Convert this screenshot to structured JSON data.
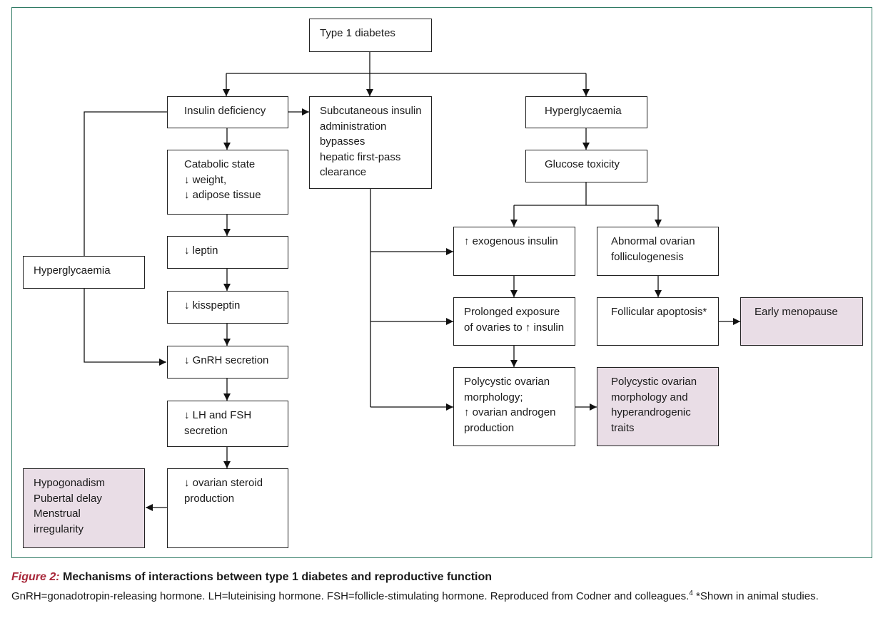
{
  "diagram": {
    "nodes": {
      "t1d": "Type 1 diabetes",
      "insulin_def": "Insulin deficiency",
      "subcut": "Subcutaneous insulin\nadministration\nbypasses\nhepatic first-pass\nclearance",
      "hyperglyc_right": "Hyperglycaemia",
      "catabolic": "Catabolic state\n↓ weight,\n↓ adipose tissue",
      "glucose_tox": "Glucose toxicity",
      "leptin": "↓ leptin",
      "hyperglyc_left": "Hyperglycaemia",
      "exo_insulin": "↑ exogenous insulin",
      "abn_follic": "Abnormal ovarian\nfolliculogenesis",
      "kisspeptin": "↓ kisspeptin",
      "prolonged": "Prolonged exposure\nof ovaries to ↑ insulin",
      "follic_apop": "Follicular apoptosis*",
      "early_meno": "Early menopause",
      "gnrh": "↓ GnRH secretion",
      "pco_morph": "Polycystic ovarian\nmorphology;\n↑ ovarian androgen\nproduction",
      "pco_traits": "Polycystic ovarian\nmorphology and\nhyperandrogenic\ntraits",
      "lh_fsh": "↓ LH and FSH\nsecretion",
      "hypogonadism": "Hypogonadism\nPubertal delay\nMenstrual\nirregularity",
      "ovarian_steroid": "↓ ovarian steroid\nproduction"
    }
  },
  "caption": {
    "figure_label": "Figure 2:",
    "title": "Mechanisms of interactions between type 1 diabetes and reproductive function",
    "body": "GnRH=gonadotropin-releasing hormone. LH=luteinising hormone. FSH=follicle-stimulating hormone. Reproduced from Codner and colleagues.",
    "footnote_ref": "4",
    "footnote": " *Shown in animal studies."
  },
  "colors": {
    "frame_border": "#2f7a64",
    "outcome_fill": "#e9dde6",
    "figure_label": "#a8273a"
  }
}
